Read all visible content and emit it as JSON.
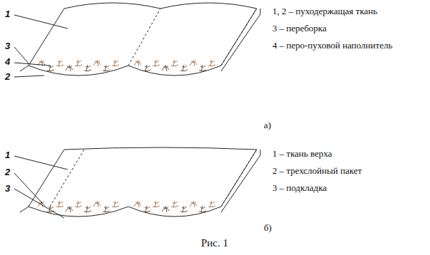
{
  "diagram": {
    "caption": "Рис. 1",
    "labels": [
      "1",
      "3",
      "4",
      "2",
      "1, 2 – пуходержащая ткань",
      "3 – переборка",
      "4 – перо-пуховой наполнитель",
      "а)",
      "1",
      "2",
      "3",
      "1 – ткань верха",
      "2 – трехслойный пакет",
      "3 – подкладка",
      "б)"
    ]
  }
}
